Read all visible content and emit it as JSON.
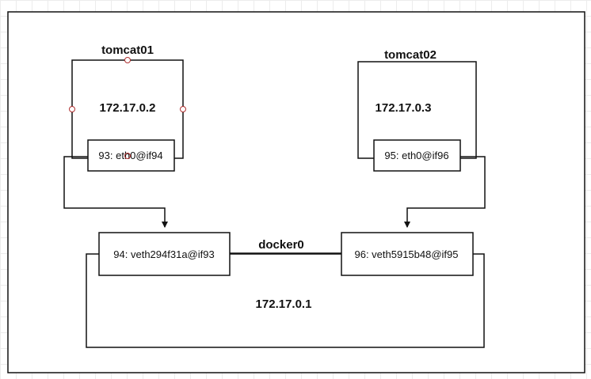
{
  "diagram": {
    "containers": [
      {
        "id": "tomcat01",
        "title": "tomcat01",
        "ip": "172.17.0.2",
        "interface": "93: eth0@if94"
      },
      {
        "id": "tomcat02",
        "title": "tomcat02",
        "ip": "172.17.0.3",
        "interface": "95: eth0@if96"
      }
    ],
    "bridge": {
      "name": "docker0",
      "ip": "172.17.0.1",
      "veth_left": "94: veth294f31a@if93",
      "veth_right": "96: veth5915b48@if95"
    }
  },
  "colors": {
    "line": "#111111",
    "handle": "#b03030",
    "grid": "#ececec"
  }
}
